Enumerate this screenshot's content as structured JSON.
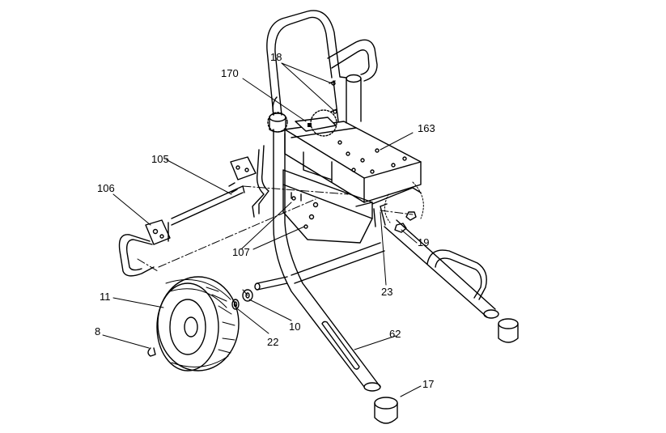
{
  "diagram": {
    "type": "exploded parts diagram",
    "callouts": [
      {
        "id": "c18",
        "text": "18"
      },
      {
        "id": "c170",
        "text": "170"
      },
      {
        "id": "c163",
        "text": "163"
      },
      {
        "id": "c105",
        "text": "105"
      },
      {
        "id": "c106",
        "text": "106"
      },
      {
        "id": "c107",
        "text": "107"
      },
      {
        "id": "c19",
        "text": "19"
      },
      {
        "id": "c23",
        "text": "23"
      },
      {
        "id": "c11",
        "text": "11"
      },
      {
        "id": "c8",
        "text": "8"
      },
      {
        "id": "c22",
        "text": "22"
      },
      {
        "id": "c10",
        "text": "10"
      },
      {
        "id": "c62",
        "text": "62"
      },
      {
        "id": "c17",
        "text": "17"
      }
    ],
    "colors": {
      "line": "#000000",
      "background": "#ffffff",
      "fill": "#ffffff"
    }
  }
}
